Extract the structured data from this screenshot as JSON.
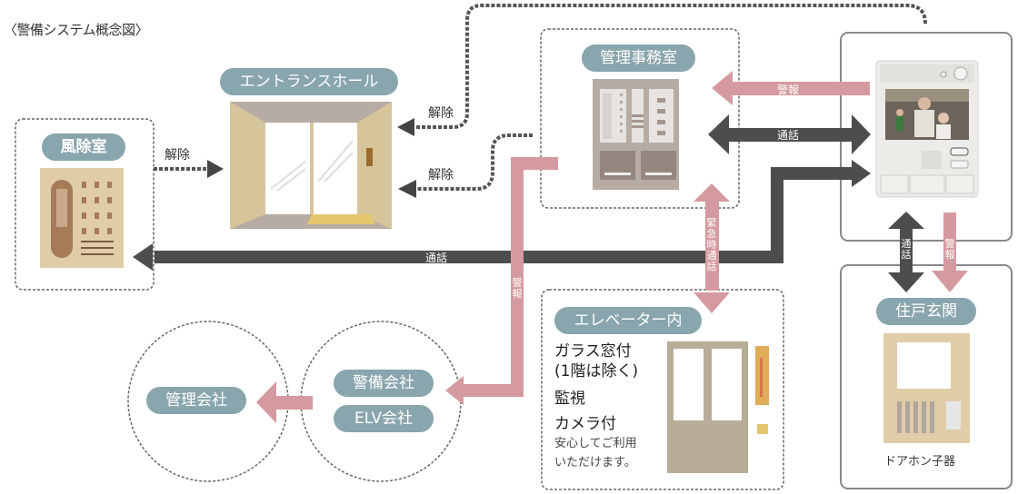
{
  "title": "〈警備システム概念図〉",
  "nodes": {
    "windbreak": {
      "label": "風除室",
      "device": "auto-lock-panel-icon"
    },
    "entrance_hall": {
      "label": "エントランスホール"
    },
    "management_office": {
      "label": "管理事務室"
    },
    "monitor": {
      "device": "intercom-master-monitor"
    },
    "elevator": {
      "label": "エレベーター内",
      "feature1_line1": "ガラス窓付",
      "feature1_line2": "(1階は除く)",
      "feature2_line1": "監視",
      "feature2_line2": "カメラ付",
      "note_line1": "安心してご利用",
      "note_line2": "いただけます。"
    },
    "residence_door": {
      "label": "住戸玄関",
      "caption": "ドアホン子器"
    },
    "security_company": {
      "label": "警備会社"
    },
    "elv_company": {
      "label": "ELV会社"
    },
    "management_company": {
      "label": "管理会社"
    }
  },
  "connections": {
    "release_windbreak": "解除",
    "release_top": "解除",
    "release_bottom": "解除",
    "alarm_office": "警報",
    "call_office": "通話",
    "call_windbreak": "通話",
    "alarm_vertical": [
      "警",
      "報"
    ],
    "emergency_call": [
      "緊",
      "急",
      "時",
      "通",
      "話"
    ],
    "call_door": [
      "通",
      "話"
    ],
    "alarm_door": [
      "警",
      "報"
    ]
  },
  "colors": {
    "pill": "#89a5ad",
    "alarm": "#d59aa0",
    "call": "#4d4d4d",
    "dotted": "#555555",
    "beige": "#e0cda7"
  }
}
